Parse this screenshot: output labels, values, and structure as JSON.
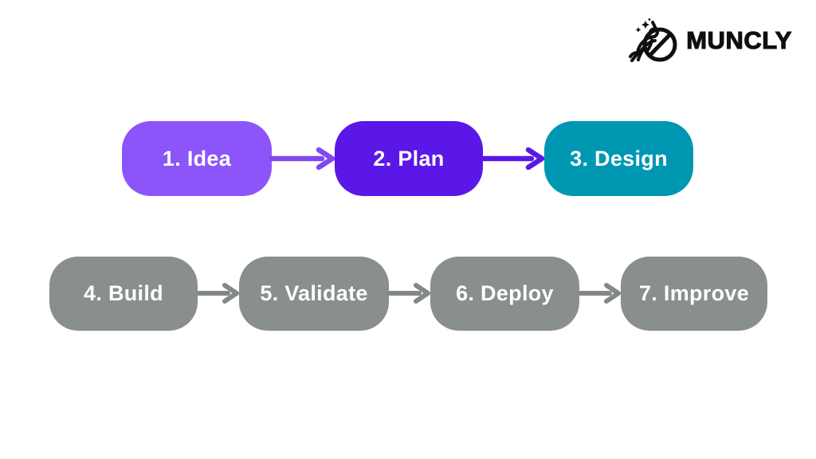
{
  "logo": {
    "name": "MUNCLY",
    "icon": "unicorn-prohibition-circle",
    "color": "#0f0f0f"
  },
  "page": {
    "background": "#ffffff",
    "text_on_steps": "#ffffff"
  },
  "chart_data": {
    "type": "flowchart",
    "title": "",
    "steps": [
      {
        "order": 1,
        "label": "1. Idea",
        "color": "#8b55fa"
      },
      {
        "order": 2,
        "label": "2. Plan",
        "color": "#5a17e8"
      },
      {
        "order": 3,
        "label": "3. Design",
        "color": "#0097b2"
      },
      {
        "order": 4,
        "label": "4. Build",
        "color": "#898e8e"
      },
      {
        "order": 5,
        "label": "5. Validate",
        "color": "#898e8e"
      },
      {
        "order": 6,
        "label": "6. Deploy",
        "color": "#898e8e"
      },
      {
        "order": 7,
        "label": "7. Improve",
        "color": "#898e8e"
      }
    ],
    "layout_hint": "two rows: steps 1-3 on top row, steps 4-7 on bottom row, left-to-right arrows"
  },
  "steps": [
    {
      "label": "1. Idea",
      "color": "#8b55fa"
    },
    {
      "label": "2. Plan",
      "color": "#5a17e8"
    },
    {
      "label": "3. Design",
      "color": "#0097b2"
    },
    {
      "label": "4. Build",
      "color": "#898e8e"
    },
    {
      "label": "5. Validate",
      "color": "#898e8e"
    },
    {
      "label": "6. Deploy",
      "color": "#898e8e"
    },
    {
      "label": "7. Improve",
      "color": "#898e8e"
    }
  ],
  "arrows": {
    "idea_to_plan": "#8147f0",
    "plan_to_design": "#5a17e8",
    "gray": "#848886"
  }
}
